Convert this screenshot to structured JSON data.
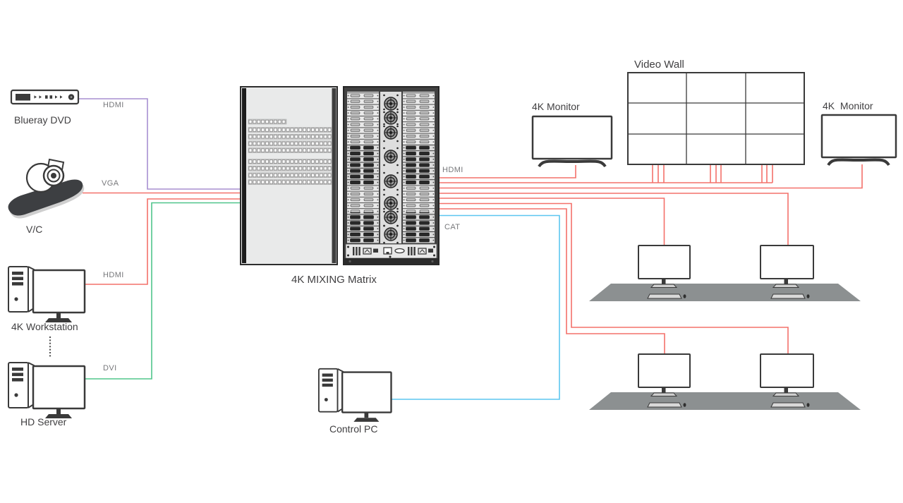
{
  "diagram": {
    "nodes": {
      "blueray": "Blueray DVD",
      "vc": "V/C",
      "workstation": "4K Workstation",
      "hd_server": "HD Server",
      "matrix": "4K MIXING Matrix",
      "control_pc": "Control PC",
      "monitor_left": "4K Monitor",
      "video_wall": "Video Wall",
      "monitor_right": "4K  Monitor"
    },
    "cable_labels": {
      "dvd_hdmi": "HDMI",
      "vc_vga": "VGA",
      "ws_hdmi": "HDMI",
      "server_dvi": "DVI",
      "out_hdmi": "HDMI",
      "out_cat": "CAT"
    },
    "colors": {
      "cable_purple": "#a78fd1",
      "cable_red": "#f4716a",
      "cable_green": "#50c58c",
      "cable_cyan": "#5bc6f0",
      "desk_gray": "#8c9091",
      "label_dark": "#414042",
      "label_gray": "#77787b",
      "outline": "#3a3a3a"
    }
  }
}
